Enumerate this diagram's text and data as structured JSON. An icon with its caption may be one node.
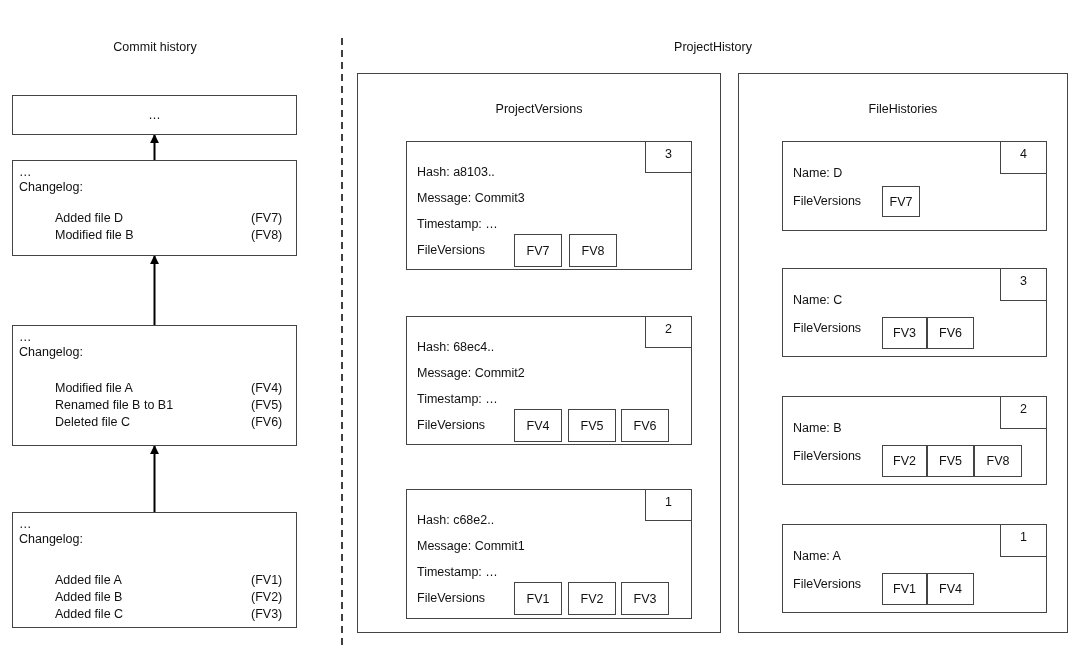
{
  "diagram": {
    "nodes": [
      {
        "text": [
          "…"
        ]
      },
      {
        "text": [
          "…",
          "Changelog:",
          "Added file D",
          "(FV7)",
          "Modified file B",
          "(FV8)"
        ]
      },
      {
        "text": [
          "…",
          "Changelog:",
          "Modified file A",
          "(FV4)",
          "Renamed file B to B1",
          "(FV5)",
          "Deleted file C",
          "(FV6)"
        ]
      },
      {
        "text": [
          "…",
          "Changelog:",
          "Added file A",
          "(FV1)",
          "Added file B",
          "(FV2)",
          "Added file C",
          "(FV3)"
        ]
      },
      {
        "text": [
          "ProjectVersions"
        ]
      },
      {
        "text": [
          "Hash: a8103..",
          "Message: Commit3",
          "Timestamp: …",
          "FileVersions"
        ],
        "in": 4
      },
      {
        "text": [
          "3"
        ],
        "in": 5
      },
      {
        "text": [
          "FV7"
        ],
        "in": 5
      },
      {
        "text": [
          "FV8"
        ],
        "in": 5
      },
      {
        "text": [
          "Hash: 68ec4..",
          "Message: Commit2",
          "Timestamp: …",
          "FileVersions"
        ],
        "in": 4
      },
      {
        "text": [
          "2"
        ],
        "in": 9
      },
      {
        "text": [
          "FV4"
        ],
        "in": 9
      },
      {
        "text": [
          "FV5"
        ],
        "in": 9
      },
      {
        "text": [
          "FV6"
        ],
        "in": 9
      },
      {
        "text": [
          "Hash: c68e2..",
          "Message: Commit1",
          "Timestamp: …",
          "FileVersions"
        ],
        "in": 4
      },
      {
        "text": [
          "1"
        ],
        "in": 14
      },
      {
        "text": [
          "FV1"
        ],
        "in": 14
      },
      {
        "text": [
          "FV2"
        ],
        "in": 14
      },
      {
        "text": [
          "FV3"
        ],
        "in": 14
      },
      {
        "text": [
          "FileHistories"
        ]
      },
      {
        "text": [
          "Name: D",
          "FileVersions"
        ],
        "in": 19
      },
      {
        "text": [
          "4"
        ],
        "in": 20
      },
      {
        "text": [
          "FV7"
        ],
        "in": 20
      },
      {
        "text": [
          "Name: C",
          "FileVersions"
        ],
        "in": 19
      },
      {
        "text": [
          "3"
        ],
        "in": 23
      },
      {
        "text": [
          "FV3"
        ],
        "in": 23
      },
      {
        "text": [
          "FV6"
        ],
        "in": 23
      },
      {
        "text": [
          "Name: B",
          "FileVersions"
        ],
        "in": 19
      },
      {
        "text": [
          "2"
        ],
        "in": 27
      },
      {
        "text": [
          "FV2"
        ],
        "in": 27
      },
      {
        "text": [
          "FV5"
        ],
        "in": 27
      },
      {
        "text": [
          "FV8"
        ],
        "in": 27
      },
      {
        "text": [
          "Name: A",
          "FileVersions"
        ],
        "in": 19
      },
      {
        "text": [
          "1"
        ],
        "in": 32
      },
      {
        "text": [
          "FV1"
        ],
        "in": 32
      },
      {
        "text": [
          "FV4"
        ],
        "in": 32
      }
    ],
    "edges": [
      {
        "from": 1,
        "to": 0,
        "arrow": "to"
      },
      {
        "from": 2,
        "to": 1,
        "arrow": "to"
      },
      {
        "from": 3,
        "to": 2,
        "arrow": "to"
      }
    ],
    "labels": [
      "Commit history",
      "ProjectHistory"
    ]
  }
}
